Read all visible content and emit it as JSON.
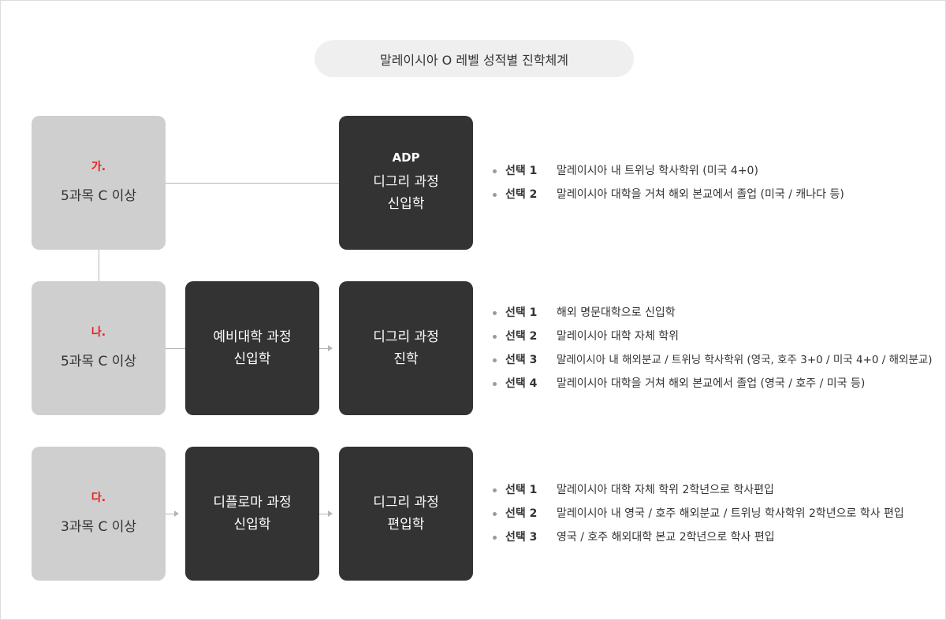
{
  "title": "말레이시아 O 레벨 성적별 진학체계",
  "rows": [
    {
      "marker": "가.",
      "requirement": "5과목 C 이상",
      "adp_label": "ADP",
      "degree_line1": "디그리 과정",
      "degree_line2": "신입학",
      "options": [
        {
          "label": "선택 1",
          "text": "말레이시아 내 트위닝 학사학위 (미국 4+0)"
        },
        {
          "label": "선택 2",
          "text": "말레이시아 대학을 거쳐 해외 본교에서 졸업 (미국 / 캐나다 등)"
        }
      ]
    },
    {
      "marker": "나.",
      "requirement": "5과목 C 이상",
      "middle_line1": "예비대학 과정",
      "middle_line2": "신입학",
      "degree_line1": "디그리 과정",
      "degree_line2": "진학",
      "options": [
        {
          "label": "선택 1",
          "text": "해외 명문대학으로 신입학"
        },
        {
          "label": "선택 2",
          "text": "말레이시아 대학 자체 학위"
        },
        {
          "label": "선택 3",
          "text": "말레이시아 내 해외분교 / 트위닝 학사학위 (영국, 호주 3+0 / 미국 4+0 / 해외분교)"
        },
        {
          "label": "선택 4",
          "text": "말레이시아 대학을 거쳐 해외 본교에서 졸업 (영국 / 호주 / 미국 등)"
        }
      ]
    },
    {
      "marker": "다.",
      "requirement": "3과목 C 이상",
      "middle_line1": "디플로마 과정",
      "middle_line2": "신입학",
      "degree_line1": "디그리 과정",
      "degree_line2": "편입학",
      "options": [
        {
          "label": "선택 1",
          "text": "말레이시아 대학 자체 학위 2학년으로 학사편입"
        },
        {
          "label": "선택 2",
          "text": "말레이시아 내 영국 / 호주 해외분교 / 트위닝 학사학위 2학년으로 학사 편입"
        },
        {
          "label": "선택 3",
          "text": "영국 / 호주 해외대학 본교 2학년으로 학사 편입"
        }
      ]
    }
  ]
}
